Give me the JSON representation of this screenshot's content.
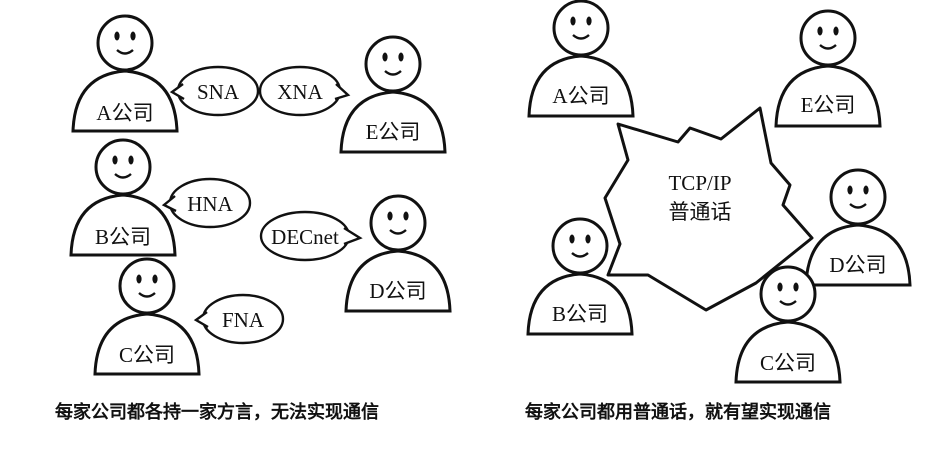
{
  "left_panel": {
    "people": {
      "a": "A公司",
      "e": "E公司",
      "b": "B公司",
      "d": "D公司",
      "c": "C公司"
    },
    "bubbles": {
      "a": "SNA",
      "e": "XNA",
      "b": "HNA",
      "d": "DECnet",
      "c": "FNA"
    },
    "caption": "每家公司都各持一家方言，无法实现通信"
  },
  "right_panel": {
    "people": {
      "a": "A公司",
      "e": "E公司",
      "d": "D公司",
      "b": "B公司",
      "c": "C公司"
    },
    "center_line1": "TCP/IP",
    "center_line2": "普通话",
    "caption": "每家公司都用普通话，就有望实现通信"
  }
}
